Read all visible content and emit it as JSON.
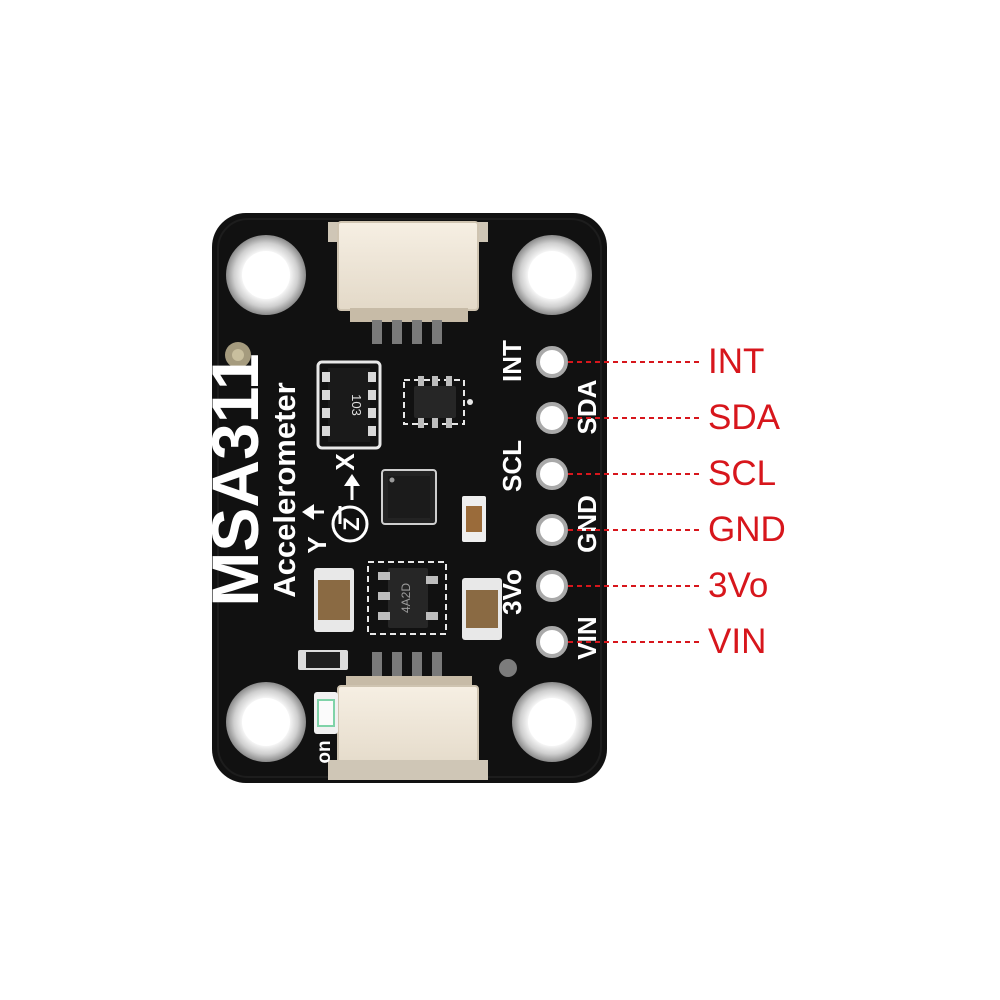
{
  "board": {
    "title": "MSA311",
    "subtitle": "Accelerometer",
    "axis_x": "X",
    "axis_y": "Y",
    "axis_z": "Z",
    "power_led_label": "on",
    "resistor_code": "103",
    "chip_marking": "4A2D",
    "board_color": "#111111",
    "silkscreen_color": "#ffffff"
  },
  "pins": [
    {
      "label": "INT"
    },
    {
      "label": "SDA"
    },
    {
      "label": "SCL"
    },
    {
      "label": "GND"
    },
    {
      "label": "3Vo"
    },
    {
      "label": "VIN"
    }
  ],
  "callout_style": {
    "color": "#d7161c",
    "line": "dashed"
  }
}
